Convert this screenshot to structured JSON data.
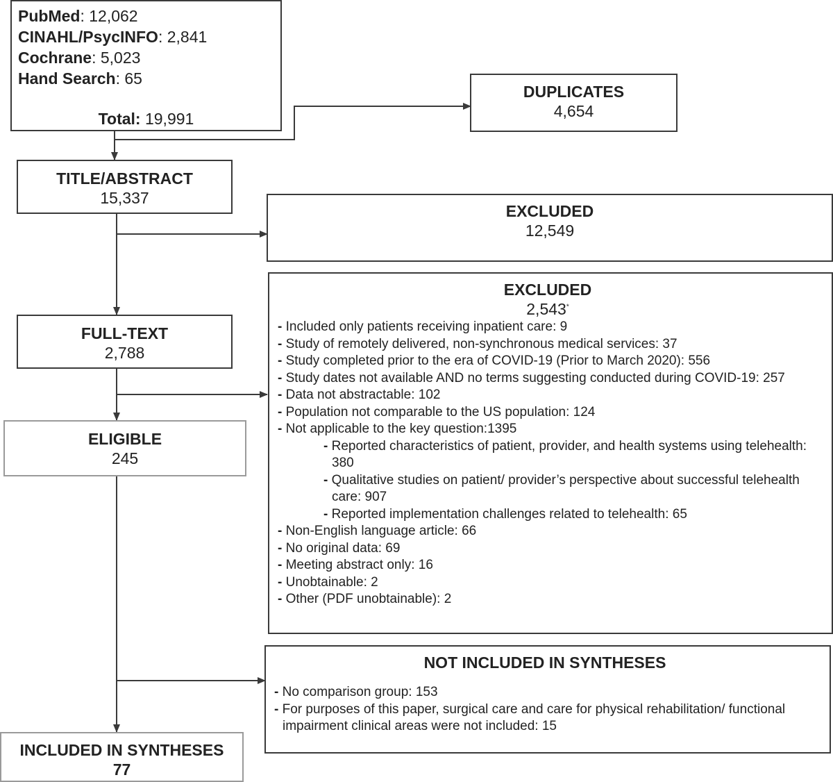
{
  "sources": {
    "items": [
      {
        "name": "PubMed",
        "value": "12,062"
      },
      {
        "name": "CINAHL/PsycINFO",
        "value": "2,841"
      },
      {
        "name": "Cochrane",
        "value": "5,023"
      },
      {
        "name": "Hand Search",
        "value": "65"
      }
    ],
    "total_label": "Total:",
    "total_value": "19,991"
  },
  "duplicates": {
    "title": "DUPLICATES",
    "count": "4,654"
  },
  "title_abstract": {
    "title": "TITLE/ABSTRACT",
    "count": "15,337"
  },
  "excluded_1": {
    "title": "EXCLUDED",
    "count": "12,549"
  },
  "full_text": {
    "title": "FULL-TEXT",
    "count": "2,788"
  },
  "excluded_2": {
    "title": "EXCLUDED",
    "count": "2,543",
    "marker": "*",
    "reasons": [
      {
        "text": "Included only patients receiving inpatient care: 9",
        "sub": false
      },
      {
        "text": "Study of remotely delivered, non-synchronous medical services: 37",
        "sub": false
      },
      {
        "text": "Study completed prior to the era of COVID-19 (Prior to March 2020): 556",
        "sub": false
      },
      {
        "text": "Study dates not available AND no terms suggesting conducted during COVID-19: 257",
        "sub": false
      },
      {
        "text": "Data not abstractable: 102",
        "sub": false
      },
      {
        "text": "Population not comparable to the US population: 124",
        "sub": false
      },
      {
        "text": "Not applicable to the key question:1395",
        "sub": false
      },
      {
        "text": "Reported characteristics of patient, provider, and health systems using telehealth: 380",
        "sub": true
      },
      {
        "text": "Qualitative studies on patient/ provider’s perspective about successful telehealth care: 907",
        "sub": true
      },
      {
        "text": "Reported implementation challenges related to telehealth: 65",
        "sub": true
      },
      {
        "text": "Non-English language article: 66",
        "sub": false
      },
      {
        "text": "No original data: 69",
        "sub": false
      },
      {
        "text": "Meeting abstract only: 16",
        "sub": false
      },
      {
        "text": "Unobtainable: 2",
        "sub": false
      },
      {
        "text": "Other (PDF unobtainable): 2",
        "sub": false
      }
    ]
  },
  "eligible": {
    "title": "ELIGIBLE",
    "count": "245"
  },
  "not_included": {
    "title": "NOT INCLUDED IN SYNTHESES",
    "reasons": [
      {
        "text": "No comparison group: 153"
      },
      {
        "text": "For purposes of this paper, surgical care and care for physical rehabilitation/ functional impairment clinical areas were not included: 15"
      }
    ]
  },
  "included": {
    "title": "INCLUDED IN SYNTHESES",
    "count": "77"
  },
  "colors": {
    "line": "#3a3a3a",
    "light_border": "#9a9a9a",
    "text": "#222222"
  }
}
